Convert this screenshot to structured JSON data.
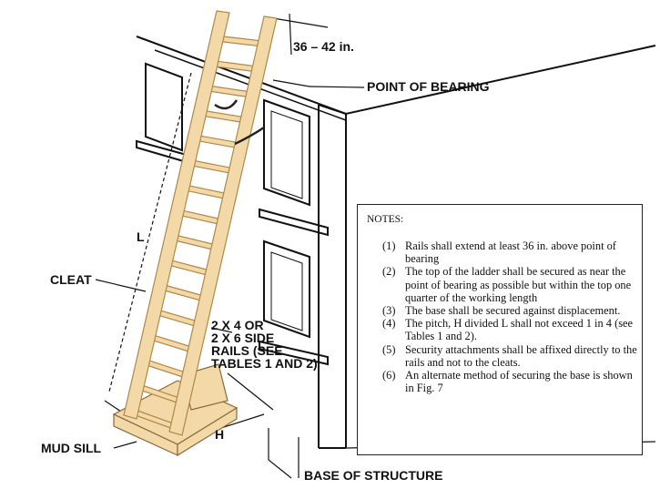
{
  "labels": {
    "rail_extension": "36 – 42 in.",
    "point_of_bearing": "POINT OF BEARING",
    "cleat": "CLEAT",
    "side_rails": [
      "2 X 4 OR",
      "2 X 6 SIDE",
      "RAILS (SEE",
      "TABLES 1 AND 2)"
    ],
    "length": "L",
    "height": "H",
    "mud_sill": "MUD SILL",
    "base_of_structure": "BASE OF STRUCTURE"
  },
  "notes": {
    "title": "NOTES:",
    "items": [
      {
        "num": "(1)",
        "text": "Rails shall extend at least 36 in. above point of bearing"
      },
      {
        "num": "(2)",
        "text": "The top of the ladder shall be secured as near the point of bearing as possible but within the top one quarter of the working length"
      },
      {
        "num": "(3)",
        "text": "The base shall be secured against displacement."
      },
      {
        "num": "(4)",
        "text": "The pitch, H divided L shall not exceed 1 in 4 (see Tables 1 and 2)."
      },
      {
        "num": "(5)",
        "text": "Security attachments shall be affixed directly to the rails and not to the cleats."
      },
      {
        "num": "(6)",
        "text": "An alternate method of securing the base is shown in Fig. 7"
      }
    ]
  },
  "colors": {
    "wood": "#f3d9a8",
    "wood_edge": "#c8a06a",
    "ink": "#111111"
  }
}
